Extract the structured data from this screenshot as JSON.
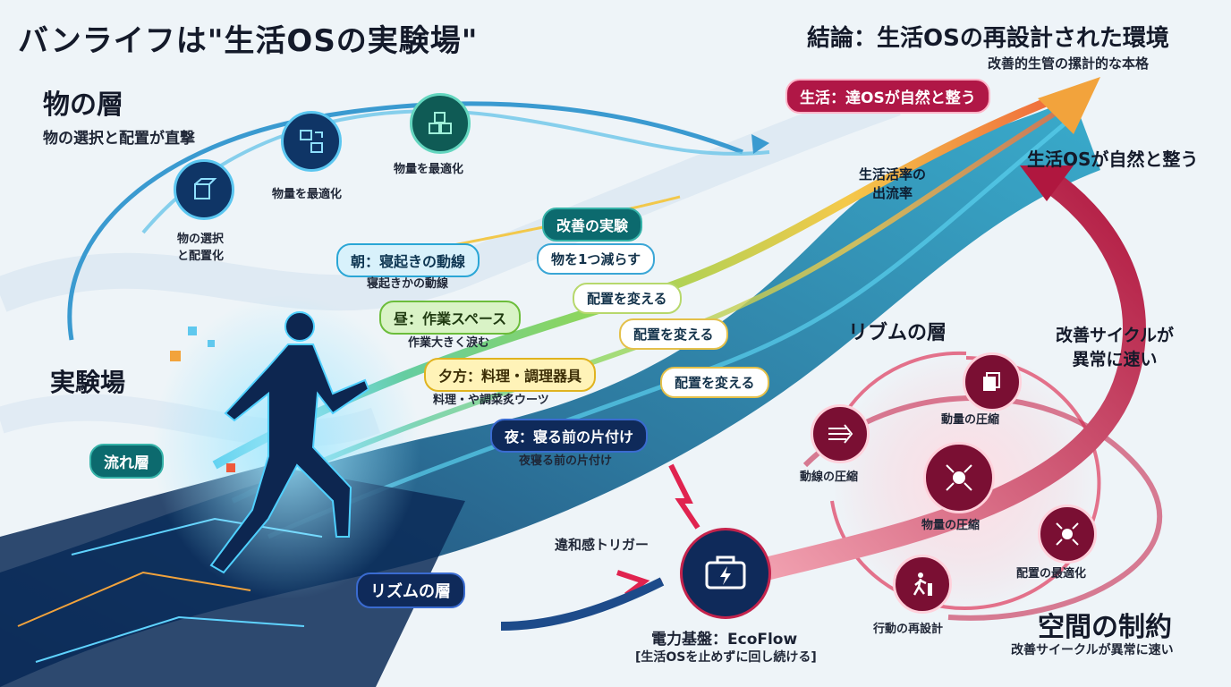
{
  "title": "バンライフは\"生活OSの実験場\"",
  "conclusion": {
    "heading": "結論：生活OSの再設計された環境",
    "subheading": "改善的生管の摞計的な本格",
    "pill": "生活：達OSが自然と整う",
    "right_label": "生活OSが自然と整う"
  },
  "left": {
    "mono_layer_heading": "物の層",
    "mono_layer_sub": "物の選択と配置が直撃",
    "lab_label": "実験場",
    "flow_pill": "流れ層",
    "rhythm_pill": "リズムの層"
  },
  "mono_icons": [
    {
      "icon": "box-icon",
      "label_line1": "物の選択",
      "label_line2": "と配置化"
    },
    {
      "icon": "swap-icon",
      "label_line1": "物量を最適化",
      "label_line2": ""
    },
    {
      "icon": "cubes-icon",
      "label_line1": "物量を最適化",
      "label_line2": ""
    }
  ],
  "flow": {
    "kaizen_pill": "改善の実験",
    "reduce_pill": "物を1つ減らす",
    "flow_rate": "生活活率の",
    "flow_rate2": "出流率",
    "times": [
      {
        "label": "朝：寝起きの動線",
        "sub": "寝起きかの動線"
      },
      {
        "label": "昼：作業スペース",
        "sub": "作業大きく淚む"
      },
      {
        "label": "夕方：料理・調理器具",
        "sub": "料理・や調菜炙ウーツ"
      },
      {
        "label": "夜：寝る前の片付け",
        "sub": "夜寝る前の片付け"
      }
    ],
    "change_labels": [
      "配置を変える",
      "配置を変える",
      "配置を変える"
    ]
  },
  "rhythm": {
    "heading": "リブムの層",
    "cycle_label": "改善サイクルが",
    "cycle_label2": "異常に速い",
    "nodes": [
      {
        "icon": "layers-icon",
        "label": "動量の圧縮"
      },
      {
        "icon": "flow-lines-icon",
        "label": "動線の圧縮"
      },
      {
        "icon": "compress-icon",
        "label": "物量の圧縮"
      },
      {
        "icon": "target-icon",
        "label": "配置の最適化"
      },
      {
        "icon": "walking-person-icon",
        "label": "行動の再設計"
      }
    ]
  },
  "bottom": {
    "trigger": "違和感トリガー",
    "power_icon": "battery-icon",
    "power_label": "電力基盤：EcoFlow",
    "power_sub": "[生活OSを止めずに回し続ける]",
    "space_heading": "空間の制約",
    "space_sub": "改善サイークルが異常に速い"
  }
}
